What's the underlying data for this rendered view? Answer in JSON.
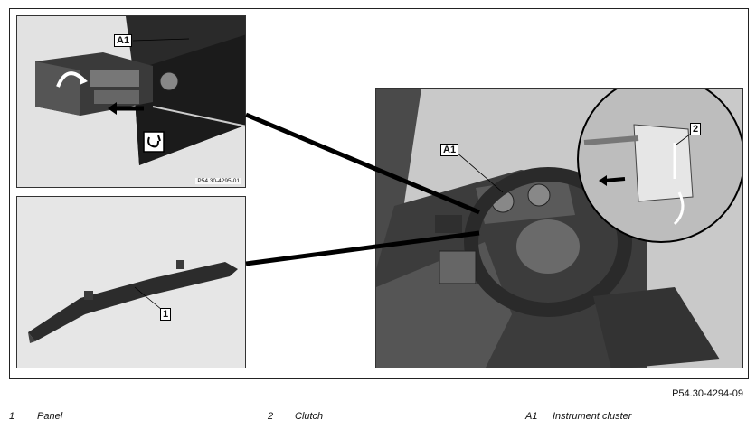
{
  "figure_ref": "P54.30-4294-09",
  "panel_top_left": {
    "callout_a1": "A1",
    "fig_ref": "P54.30-4295-01"
  },
  "panel_bottom_left": {
    "callout_1": "1"
  },
  "panel_right": {
    "callout_a1": "A1",
    "callout_2": "2"
  },
  "legend": [
    {
      "num": "1",
      "text": "Panel"
    },
    {
      "num": "2",
      "text": "Clutch"
    },
    {
      "num": "A1",
      "text": "Instrument cluster"
    }
  ]
}
